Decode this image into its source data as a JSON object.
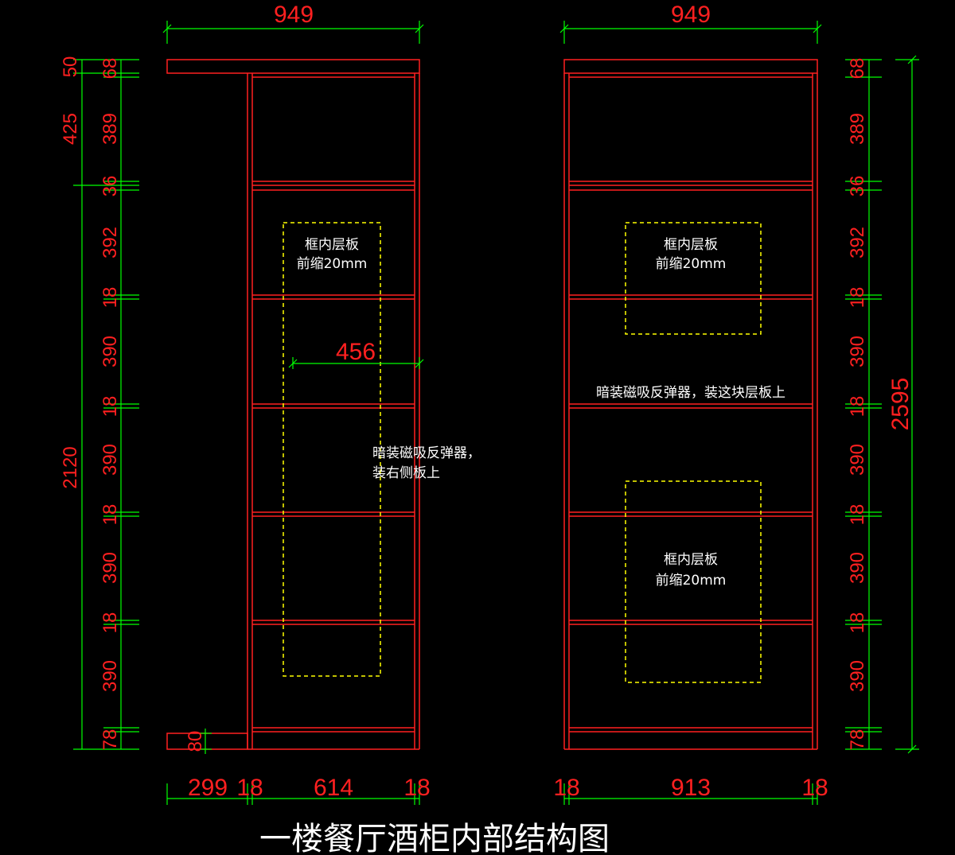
{
  "title": "一楼餐厅酒柜内部结构图",
  "colors": {
    "background": "#000000",
    "cabinet": "#ff2020",
    "dimension": "#00ff00",
    "dim_text": "#ff2020",
    "note": "#ffffff",
    "dashed": "#ffff00"
  },
  "left_view": {
    "top_width": "949",
    "outer_heights": [
      "50",
      "425",
      "2120"
    ],
    "inner_heights": [
      "68",
      "389",
      "36",
      "392",
      "18",
      "390",
      "18",
      "390",
      "18",
      "390",
      "18",
      "390",
      "78"
    ],
    "bottom_widths": [
      "299",
      "18",
      "614",
      "18"
    ],
    "inner_width": "456",
    "plinth_height": "80",
    "dashed_note": {
      "line1": "框内层板",
      "line2": "前缩20mm"
    },
    "side_note": {
      "line1": "暗装磁吸反弹器，",
      "line2": "装右侧板上"
    }
  },
  "right_view": {
    "top_width": "949",
    "inner_heights": [
      "68",
      "389",
      "36",
      "392",
      "18",
      "390",
      "18",
      "390",
      "18",
      "390",
      "18",
      "390",
      "78"
    ],
    "total_height": "2595",
    "bottom_widths": [
      "18",
      "913",
      "18"
    ],
    "dashed_note_top": {
      "line1": "框内层板",
      "line2": "前缩20mm"
    },
    "dashed_note_bottom": {
      "line1": "框内层板",
      "line2": "前缩20mm"
    },
    "shelf_note": "暗装磁吸反弹器，装这块层板上"
  }
}
